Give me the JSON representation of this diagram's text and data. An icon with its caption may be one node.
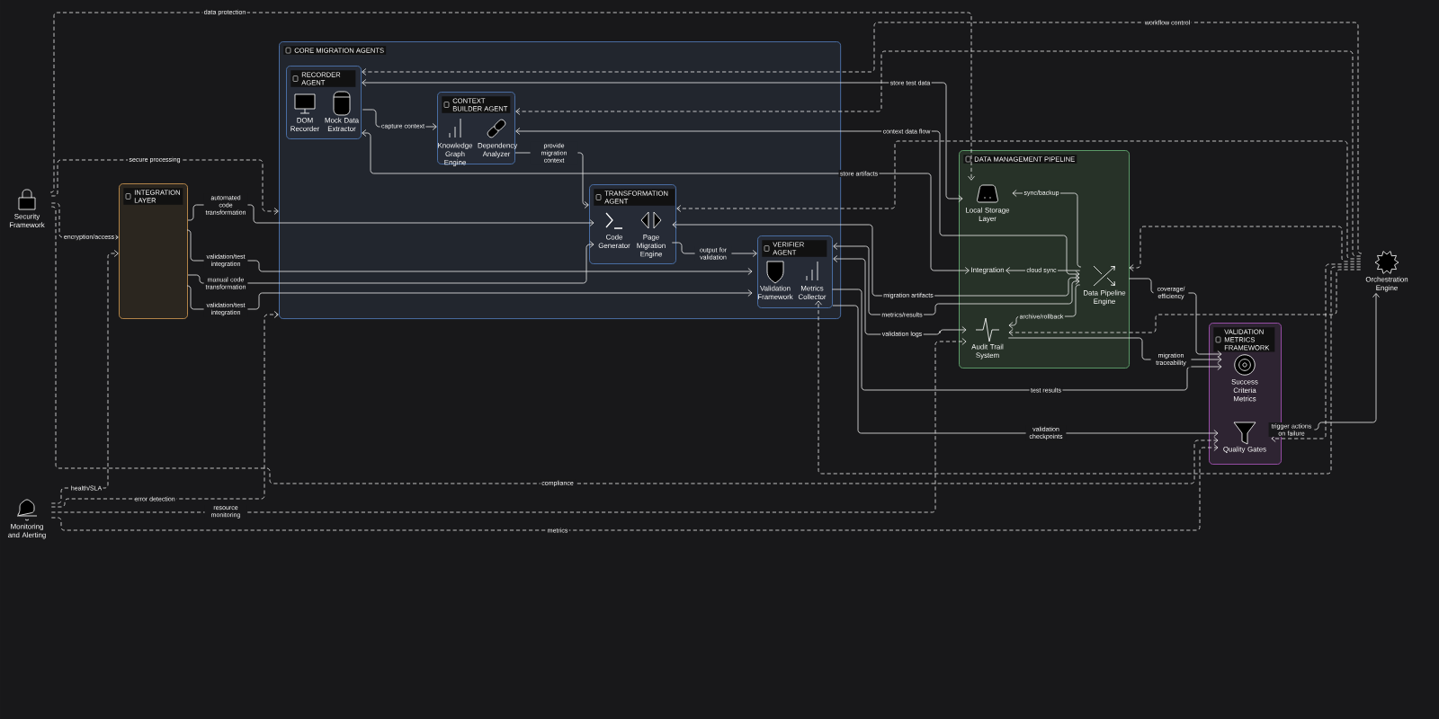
{
  "diagram": {
    "nodes": [
      {
        "text": [
          "Security Framework"
        ]
      },
      {
        "text": [
          "INTEGRATION LAYER"
        ]
      },
      {
        "text": [
          "CORE MIGRATION AGENTS"
        ]
      },
      {
        "text": [
          "RECORDER AGENT"
        ],
        "in": 2
      },
      {
        "text": [
          "DOM Recorder"
        ],
        "in": 3
      },
      {
        "text": [
          "Mock Data Extractor"
        ],
        "in": 3
      },
      {
        "text": [
          "CONTEXT BUILDER AGENT"
        ],
        "in": 2
      },
      {
        "text": [
          "Knowledge Graph Engine"
        ],
        "in": 6
      },
      {
        "text": [
          "Dependency Analyzer"
        ],
        "in": 6
      },
      {
        "text": [
          "TRANSFORMATION AGENT"
        ],
        "in": 2
      },
      {
        "text": [
          "Code Generator"
        ],
        "in": 9
      },
      {
        "text": [
          "Page Migration Engine"
        ],
        "in": 9
      },
      {
        "text": [
          "VERIFIER AGENT"
        ],
        "in": 2
      },
      {
        "text": [
          "Validation Framework"
        ],
        "in": 12
      },
      {
        "text": [
          "Metrics Collector"
        ],
        "in": 12
      },
      {
        "text": [
          "DATA MANAGEMENT PIPELINE"
        ]
      },
      {
        "text": [
          "Local Storage Layer"
        ],
        "in": 15
      },
      {
        "text": [
          "Integration"
        ],
        "in": 15
      },
      {
        "text": [
          "Data Pipeline Engine"
        ],
        "in": 15
      },
      {
        "text": [
          "Audit Trail System"
        ],
        "in": 15
      },
      {
        "text": [
          "VALIDATION METRICS FRAMEWORK"
        ]
      },
      {
        "text": [
          "Success Criteria Metrics"
        ],
        "in": 20
      },
      {
        "text": [
          "Quality Gates"
        ],
        "in": 20
      },
      {
        "text": [
          "Orchestration Engine"
        ]
      },
      {
        "text": [
          "Monitoring and Alerting"
        ]
      }
    ],
    "edges": [
      {
        "from": 0,
        "to": 16,
        "arrow": "to",
        "label": "data protection",
        "style": "dashed"
      },
      {
        "from": 0,
        "to": 2,
        "arrow": "to",
        "label": "secure processing",
        "style": "dashed"
      },
      {
        "from": 0,
        "to": 1,
        "arrow": "to",
        "label": "encryption/access",
        "style": "dashed"
      },
      {
        "from": 0,
        "to": 22,
        "arrow": "to",
        "label": "compliance",
        "style": "dashed"
      },
      {
        "from": 1,
        "to": 10,
        "arrow": "to",
        "label": "automated code transformation"
      },
      {
        "from": 1,
        "to": 13,
        "arrow": "to",
        "label": "validation/test integration"
      },
      {
        "from": 1,
        "to": 10,
        "arrow": "to",
        "label": "manual code transformation"
      },
      {
        "from": 1,
        "to": 13,
        "arrow": "to",
        "label": "validation/test integration"
      },
      {
        "from": 5,
        "to": 6,
        "arrow": "to",
        "label": "capture context"
      },
      {
        "from": 6,
        "to": 9,
        "arrow": "to",
        "label": "provide migration context"
      },
      {
        "from": 11,
        "to": 12,
        "arrow": "to",
        "label": "output for validation"
      },
      {
        "from": 3,
        "to": 16,
        "arrow": "both",
        "label": "store test data"
      },
      {
        "from": 6,
        "to": 18,
        "arrow": "both",
        "label": "context data flow"
      },
      {
        "from": 3,
        "to": 17,
        "arrow": "both",
        "label": "store artifacts"
      },
      {
        "from": 11,
        "to": 18,
        "arrow": "both",
        "label": "migration artifacts"
      },
      {
        "from": 12,
        "to": 18,
        "arrow": "both",
        "label": "metrics/results"
      },
      {
        "from": 12,
        "to": 19,
        "arrow": "both",
        "label": "validation logs"
      },
      {
        "from": 14,
        "to": 21,
        "arrow": "to",
        "label": "test results"
      },
      {
        "from": 12,
        "to": 22,
        "arrow": "to",
        "label": "validation checkpoints"
      },
      {
        "from": 19,
        "to": 21,
        "arrow": "to",
        "label": "migration traceability"
      },
      {
        "from": 18,
        "to": 21,
        "arrow": "to",
        "label": "coverage/ efficiency"
      },
      {
        "from": 18,
        "to": 16,
        "arrow": "to",
        "label": "sync/backup"
      },
      {
        "from": 18,
        "to": 17,
        "arrow": "to",
        "label": "cloud sync"
      },
      {
        "from": 18,
        "to": 19,
        "arrow": "to",
        "label": "archive/rollback"
      },
      {
        "from": 23,
        "to": 3,
        "arrow": "to",
        "label": "workflow control",
        "style": "dashed"
      },
      {
        "from": 23,
        "to": 6,
        "arrow": "to",
        "style": "dashed"
      },
      {
        "from": 23,
        "to": 9,
        "arrow": "to",
        "style": "dashed"
      },
      {
        "from": 23,
        "to": 18,
        "arrow": "to",
        "style": "dashed"
      },
      {
        "from": 23,
        "to": 19,
        "arrow": "to",
        "style": "dashed"
      },
      {
        "from": 23,
        "to": 14,
        "arrow": "to",
        "style": "dashed"
      },
      {
        "from": 22,
        "to": 23,
        "arrow": "to",
        "label": "trigger actions on failure"
      },
      {
        "from": 23,
        "to": 22,
        "arrow": "to",
        "style": "dashed"
      },
      {
        "from": 24,
        "to": 1,
        "arrow": "to",
        "label": "health/SLA",
        "style": "dashed"
      },
      {
        "from": 24,
        "to": 2,
        "arrow": "to",
        "label": "error detection",
        "style": "dashed"
      },
      {
        "from": 24,
        "to": 19,
        "arrow": "to",
        "label": "resource monitoring",
        "style": "dashed"
      },
      {
        "from": 24,
        "to": 22,
        "arrow": "to",
        "label": "metrics",
        "style": "dashed"
      }
    ]
  }
}
